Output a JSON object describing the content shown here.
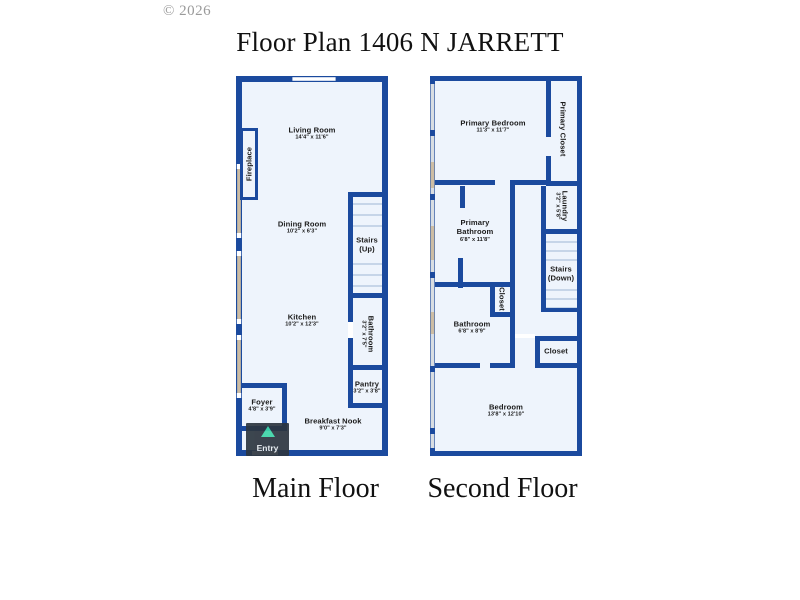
{
  "copyright": "© 2026",
  "title": "Floor Plan 1406 N JARRETT",
  "captions": {
    "main": "Main Floor",
    "second": "Second Floor"
  },
  "entry": {
    "label": "Entry",
    "marker_color": "#3fd6a8",
    "badge_color": "#2d3640"
  },
  "style": {
    "wall_color": "#1b4a9e",
    "wall_outline": "#0f2f6b",
    "room_fill": "#eef4fc",
    "opening_color": "#ffffff",
    "window_color": "#c9b9a0",
    "stair_line": "#9fb6d4",
    "text_color": "#1a1a1a"
  },
  "floors": [
    {
      "id": "main",
      "name": "Main Floor",
      "rooms": [
        {
          "name": "Living Room",
          "dim": "14'4\" x 11'6\"",
          "orientation": "horizontal"
        },
        {
          "name": "Dining Room",
          "dim": "10'2\" x 6'3\"",
          "orientation": "horizontal"
        },
        {
          "name": "Kitchen",
          "dim": "10'2\" x 12'3\"",
          "orientation": "horizontal"
        },
        {
          "name": "Foyer",
          "dim": "4'8\" x 3'9\"",
          "orientation": "horizontal"
        },
        {
          "name": "Breakfast Nook",
          "dim": "9'0\" x 7'3\"",
          "orientation": "horizontal"
        },
        {
          "name": "Stairs",
          "dim": "(Up)",
          "orientation": "horizontal"
        },
        {
          "name": "Bathroom",
          "dim": "3'2\" x 7'5\"",
          "orientation": "vertical"
        },
        {
          "name": "Pantry",
          "dim": "3'2\" x 3'8\"",
          "orientation": "horizontal"
        },
        {
          "name": "Fireplace",
          "dim": "",
          "orientation": "vertical"
        }
      ]
    },
    {
      "id": "second",
      "name": "Second Floor",
      "rooms": [
        {
          "name": "Primary Bedroom",
          "dim": "11'3\" x 11'7\"",
          "orientation": "horizontal"
        },
        {
          "name": "Primary Bathroom",
          "dim": "6'8\" x 11'8\"",
          "orientation": "horizontal"
        },
        {
          "name": "Bathroom",
          "dim": "6'8\" x 8'9\"",
          "orientation": "horizontal"
        },
        {
          "name": "Bedroom",
          "dim": "13'8\" x 12'10\"",
          "orientation": "horizontal"
        },
        {
          "name": "Primary Closet",
          "dim": "",
          "orientation": "vertical"
        },
        {
          "name": "Laundry",
          "dim": "3'2\" x 5'8\"",
          "orientation": "vertical"
        },
        {
          "name": "Stairs",
          "dim": "(Down)",
          "orientation": "horizontal"
        },
        {
          "name": "Closet",
          "dim": "",
          "orientation": "vertical"
        },
        {
          "name": "Closet",
          "dim": "",
          "orientation": "horizontal"
        }
      ]
    }
  ],
  "labels": {
    "living_room": {
      "name": "Living Room",
      "dim": "14'4\" x 11'6\""
    },
    "dining_room": {
      "name": "Dining Room",
      "dim": "10'2\" x 6'3\""
    },
    "kitchen": {
      "name": "Kitchen",
      "dim": "10'2\" x 12'3\""
    },
    "foyer": {
      "name": "Foyer",
      "dim": "4'8\" x 3'9\""
    },
    "breakfast_nook": {
      "name": "Breakfast Nook",
      "dim": "9'0\" x 7'3\""
    },
    "stairs_up": {
      "name": "Stairs",
      "dim": "(Up)"
    },
    "main_bathroom": {
      "name": "Bathroom",
      "dim": "3'2\" x 7'5\""
    },
    "pantry": {
      "name": "Pantry",
      "dim": "3'2\" x 3'8\""
    },
    "fireplace": {
      "name": "Fireplace",
      "dim": ""
    },
    "primary_bedroom": {
      "name": "Primary Bedroom",
      "dim": "11'3\" x 11'7\""
    },
    "primary_bathroom": {
      "name": "Primary Bathroom",
      "dim": "6'8\" x 11'8\""
    },
    "second_bathroom": {
      "name": "Bathroom",
      "dim": "6'8\" x 8'9\""
    },
    "bedroom": {
      "name": "Bedroom",
      "dim": "13'8\" x 12'10\""
    },
    "primary_closet": {
      "name": "Primary Closet",
      "dim": ""
    },
    "laundry": {
      "name": "Laundry",
      "dim": "3'2\" x 5'8\""
    },
    "stairs_down": {
      "name": "Stairs",
      "dim": "(Down)"
    },
    "closet_mid": {
      "name": "Closet",
      "dim": ""
    },
    "closet_right": {
      "name": "Closet",
      "dim": ""
    }
  }
}
